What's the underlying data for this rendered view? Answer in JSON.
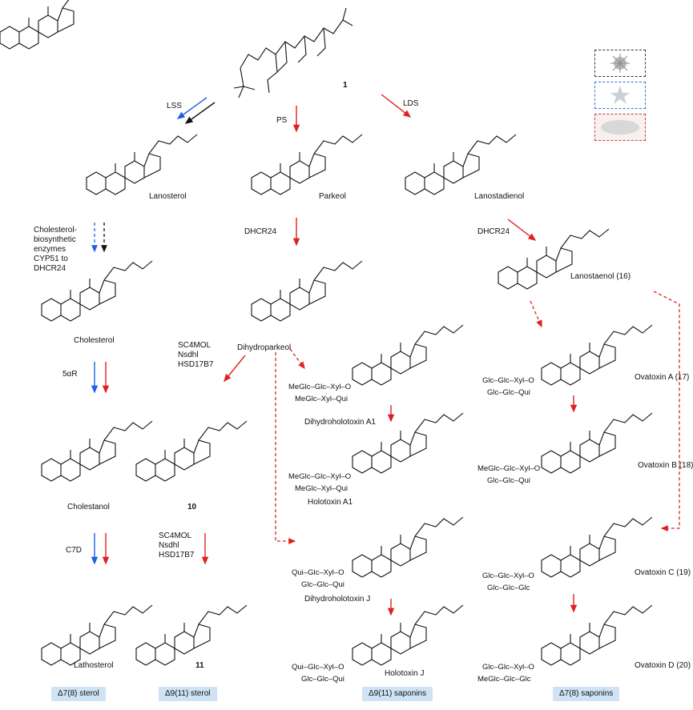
{
  "compound_1": "1",
  "enzymes": {
    "lss": "LSS",
    "ps": "PS",
    "lds": "LDS",
    "dhcr24_a": "DHCR24",
    "dhcr24_b": "DHCR24",
    "chol_enzymes": "Cholesterol-biosynthetic enzymes CYP51 to DHCR24",
    "sc4_a": "SC4MOL\nNsdhl\nHSD17B7",
    "sc4_b": "SC4MOL\nNsdhl\nHSD17B7",
    "five_ar": "5αR",
    "c7d": "C7D"
  },
  "compounds": {
    "lanosterol": "Lanosterol",
    "parkeol": "Parkeol",
    "lanostadienol": "Lanostadienol",
    "cholesterol": "Cholesterol",
    "dihydroparkeol": "Dihydroparkeol",
    "lanostaenol": "Lanostaenol (16)",
    "cholestanol": "Cholestanol",
    "c10": "10",
    "lathosterol": "Lathosterol",
    "c11": "11",
    "dh_holotoxin_a1": "Dihydroholotoxin A1",
    "holotoxin_a1": "Holotoxin A1",
    "dh_holotoxin_j": "Dihydroholotoxin J",
    "holotoxin_j": "Holotoxin J",
    "ovatoxin_a": "Ovatoxin A (17)",
    "ovatoxin_b": "Ovatoxin B (18)",
    "ovatoxin_c": "Ovatoxin C (19)",
    "ovatoxin_d": "Ovatoxin D (20)"
  },
  "sugars": {
    "dha1_top": "MeGlc–Glc–Xyl–O",
    "dha1_bot": "MeGlc–Xyl–Qui",
    "ha1_top": "MeGlc–Glc–Xyl–O",
    "ha1_bot": "MeGlc–Xyl–Qui",
    "dhj_top": "Qui–Glc–Xyl–O",
    "dhj_bot": "Glc–Glc–Qui",
    "hj_top": "Qui–Glc–Xyl–O",
    "hj_bot": "Glc–Glc–Qui",
    "ova_a_top": "Glc–Glc–Xyl–O",
    "ova_a_bot": "Glc–Glc–Qui",
    "ova_b_top": "MeGlc–Glc–Xyl–O",
    "ova_b_bot": "Glc–Glc–Qui",
    "ova_c_top": "Glc–Glc–Xyl–O",
    "ova_c_bot": "Glc–Glc–Glc",
    "ova_d_top": "Glc–Glc–Xyl–O",
    "ova_d_bot": "MeGlc–Glc–Glc"
  },
  "categories": {
    "d78_sterol": "Δ7(8) sterol",
    "d911_sterol": "Δ9(11) sterol",
    "d911_saponins": "Δ9(11) saponins",
    "d78_saponins": "Δ7(8) saponins"
  },
  "colors": {
    "red": "#e02020",
    "blue": "#2060e0",
    "black": "#111111",
    "badge": "#cfe3f5"
  }
}
